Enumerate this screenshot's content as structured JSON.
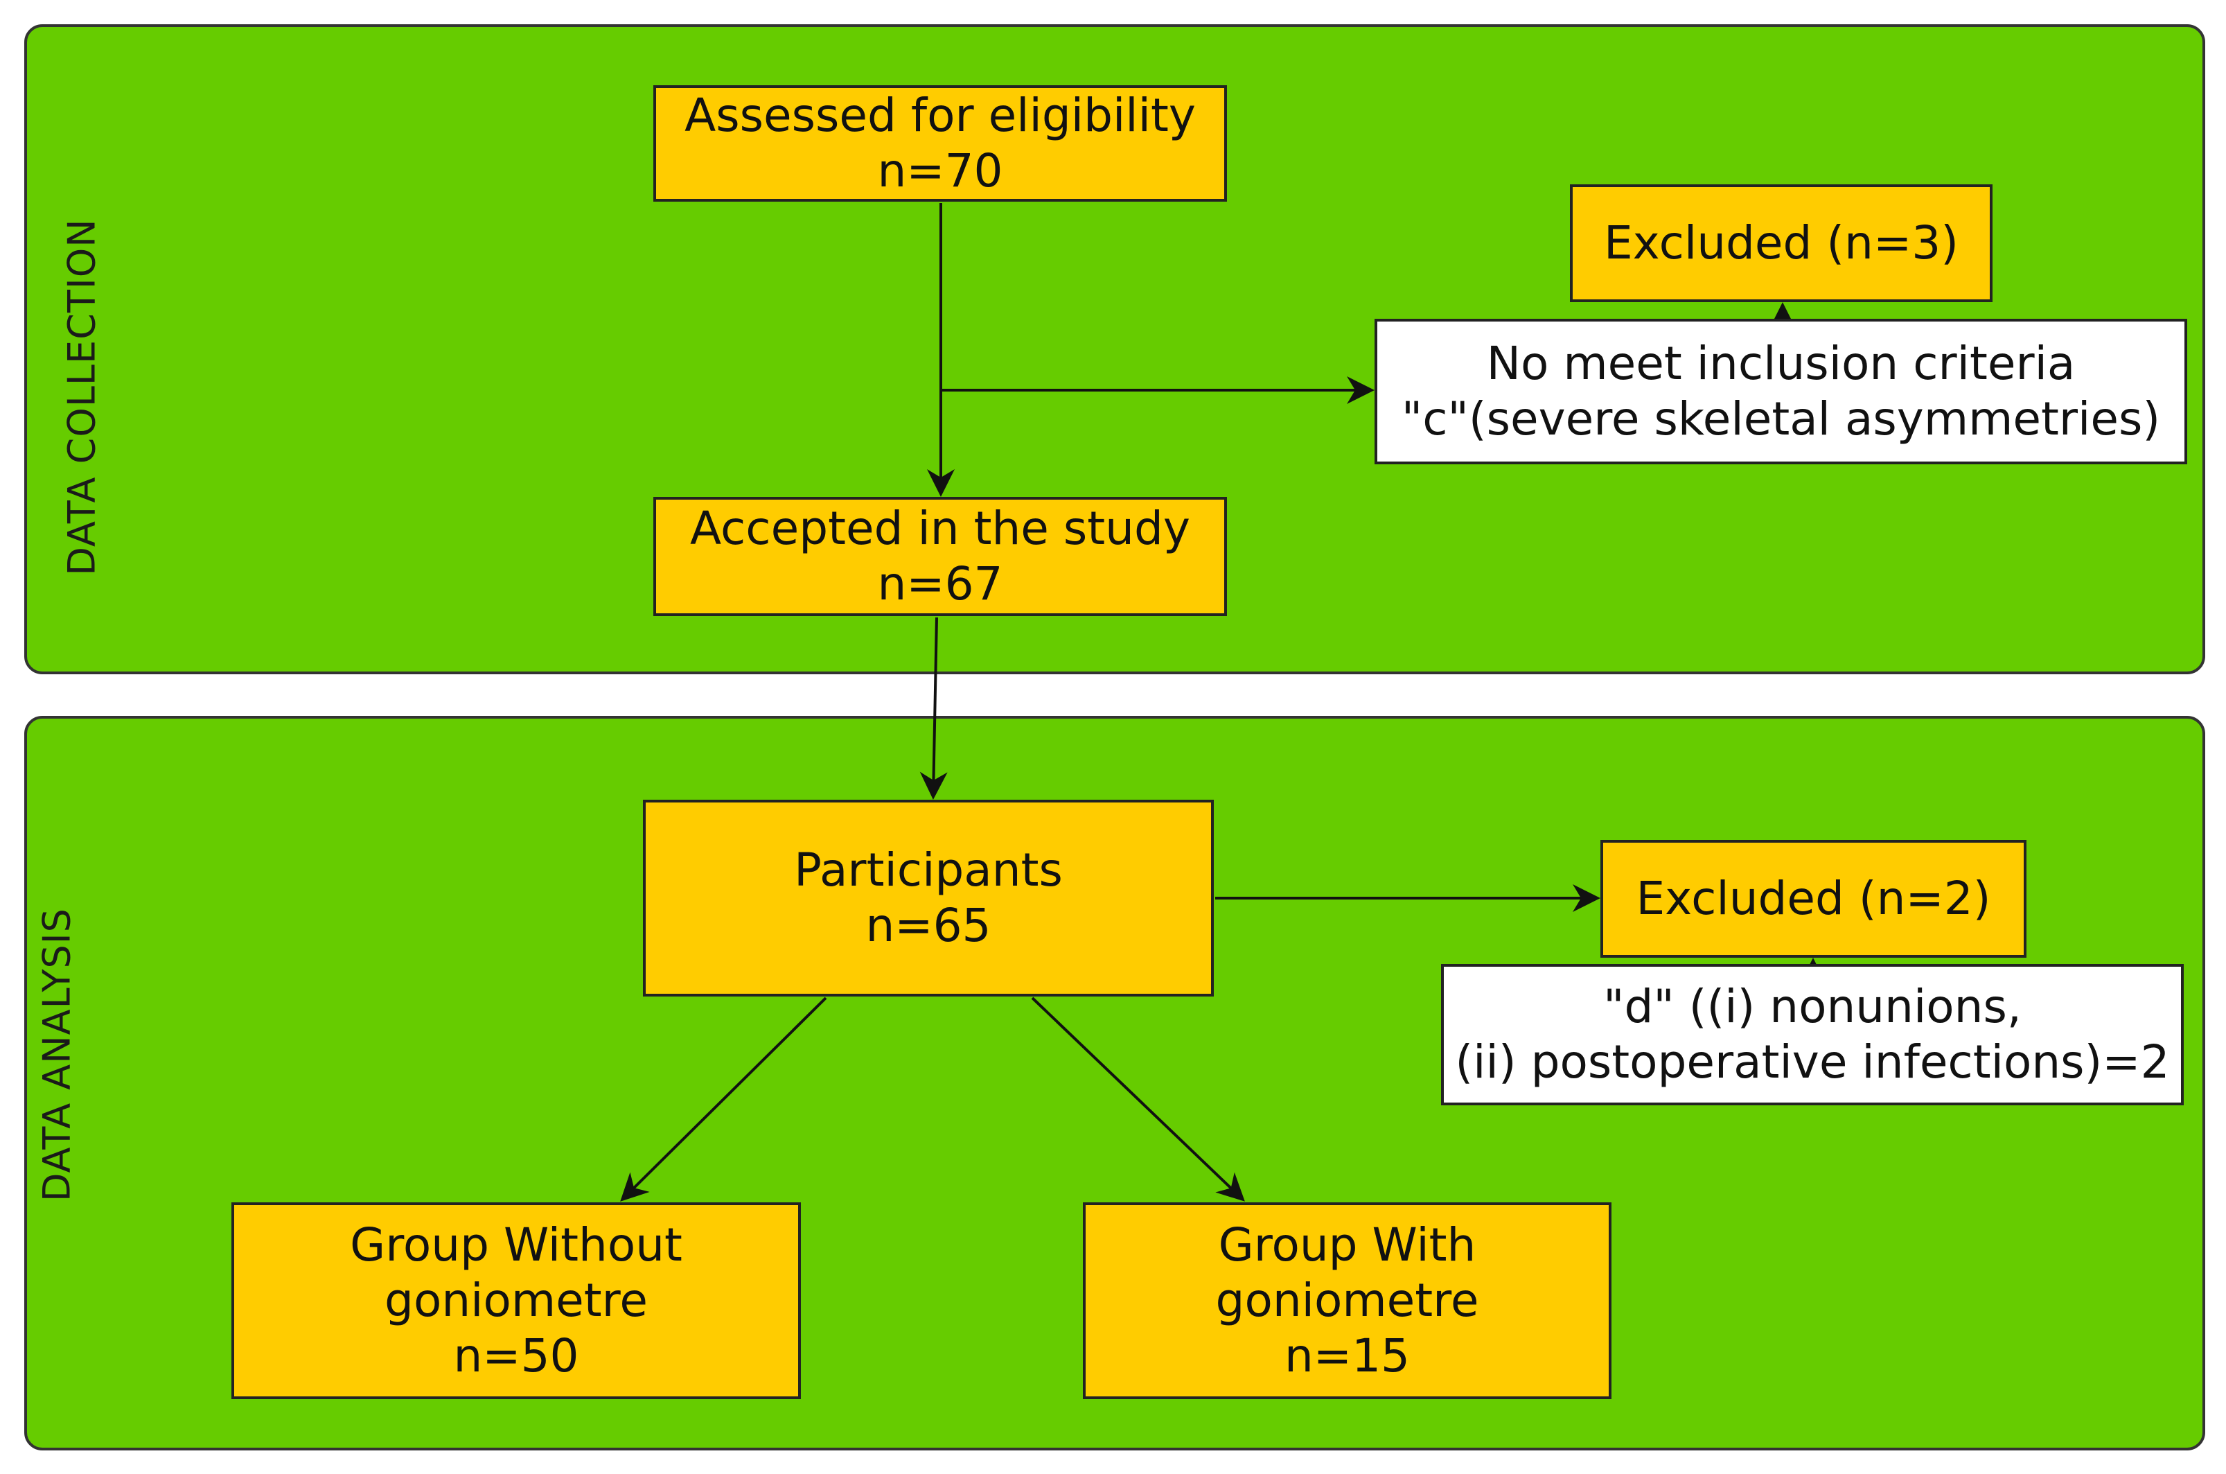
{
  "panels": {
    "top_label": "DATA COLLECTION",
    "bottom_label": "DATA ANALYSIS"
  },
  "boxes": {
    "assessed": {
      "line1": "Assessed for eligibility",
      "line2": "n=70"
    },
    "excluded_1": {
      "line1": "Excluded (n=3)"
    },
    "criteria_1": {
      "line1": "No meet inclusion criteria",
      "line2": "\"c\"(severe skeletal asymmetries)"
    },
    "accepted": {
      "line1": "Accepted in the study",
      "line2": "n=67"
    },
    "participants": {
      "line1": "Participants",
      "line2": "n=65"
    },
    "excluded_2": {
      "line1": "Excluded (n=2)"
    },
    "criteria_2": {
      "line1": "\"d\" ((i) nonunions,",
      "line2": "(ii) postoperative infections)=2"
    },
    "group_without": {
      "line1": "Group Without",
      "line2": "goniometre",
      "line3": "n=50"
    },
    "group_with": {
      "line1": "Group With",
      "line2": "goniometre",
      "line3": "n=15"
    }
  },
  "colors": {
    "panel_fill": "#66cc00",
    "box_fill": "#ffcc00",
    "note_fill": "#ffffff",
    "line": "#111111"
  }
}
